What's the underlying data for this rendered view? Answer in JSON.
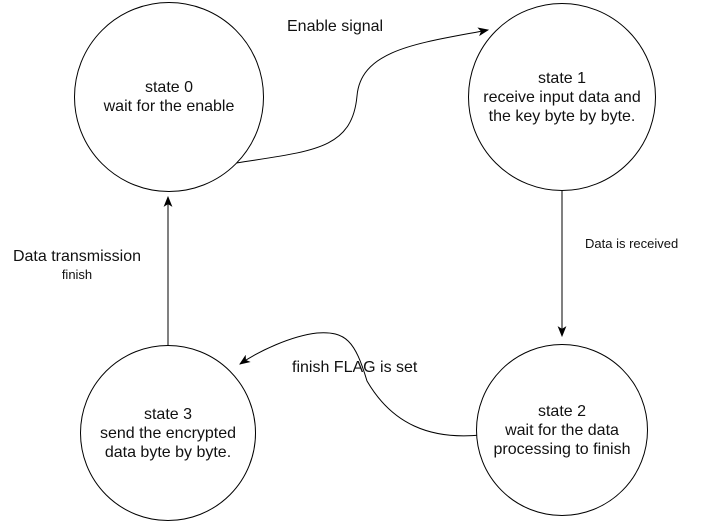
{
  "diagram": {
    "type": "finite-state-machine",
    "colors": {
      "background": "#ffffff",
      "stroke": "#000000",
      "text": "#111111"
    },
    "states": [
      {
        "name": "state 0",
        "lines": [
          "state 0",
          "wait for the enable"
        ]
      },
      {
        "name": "state 1",
        "lines": [
          "state 1",
          "receive input data and",
          "the key byte by byte."
        ]
      },
      {
        "name": "state 2",
        "lines": [
          "state 2",
          "wait for the data",
          "processing to finish"
        ]
      },
      {
        "name": "state 3",
        "lines": [
          "state 3",
          "send the encrypted",
          "data byte by byte."
        ]
      }
    ],
    "transitions": [
      {
        "from": "state 0",
        "to": "state 1",
        "label": "Enable signal"
      },
      {
        "from": "state 1",
        "to": "state 2",
        "label": "Data is received"
      },
      {
        "from": "state 2",
        "to": "state 3",
        "label": "finish FLAG is set"
      },
      {
        "from": "state 3",
        "to": "state 0",
        "label_lines": [
          "Data transmission",
          "finish"
        ]
      }
    ]
  }
}
